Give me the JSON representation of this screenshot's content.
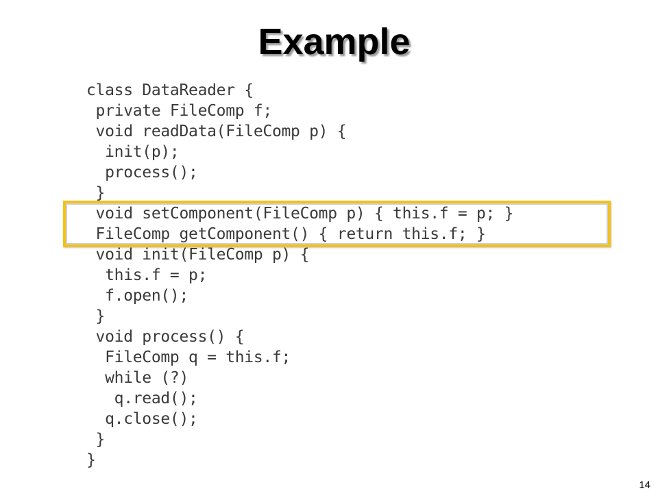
{
  "slide": {
    "title": "Example",
    "page_number": "14",
    "highlight_color": "#f2c21b",
    "code_lines": [
      "class DataReader {",
      " private FileComp f;",
      " void readData(FileComp p) {",
      "  init(p);",
      "  process();",
      " }",
      " void setComponent(FileComp p) { this.f = p; }",
      " FileComp getComponent() { return this.f; }",
      " void init(FileComp p) {",
      "  this.f = p;",
      "  f.open();",
      " }",
      " void process() {",
      "  FileComp q = this.f;",
      "  while (?)",
      "   q.read();",
      "  q.close();",
      " }",
      "}"
    ],
    "highlighted_lines": [
      6,
      7
    ]
  }
}
